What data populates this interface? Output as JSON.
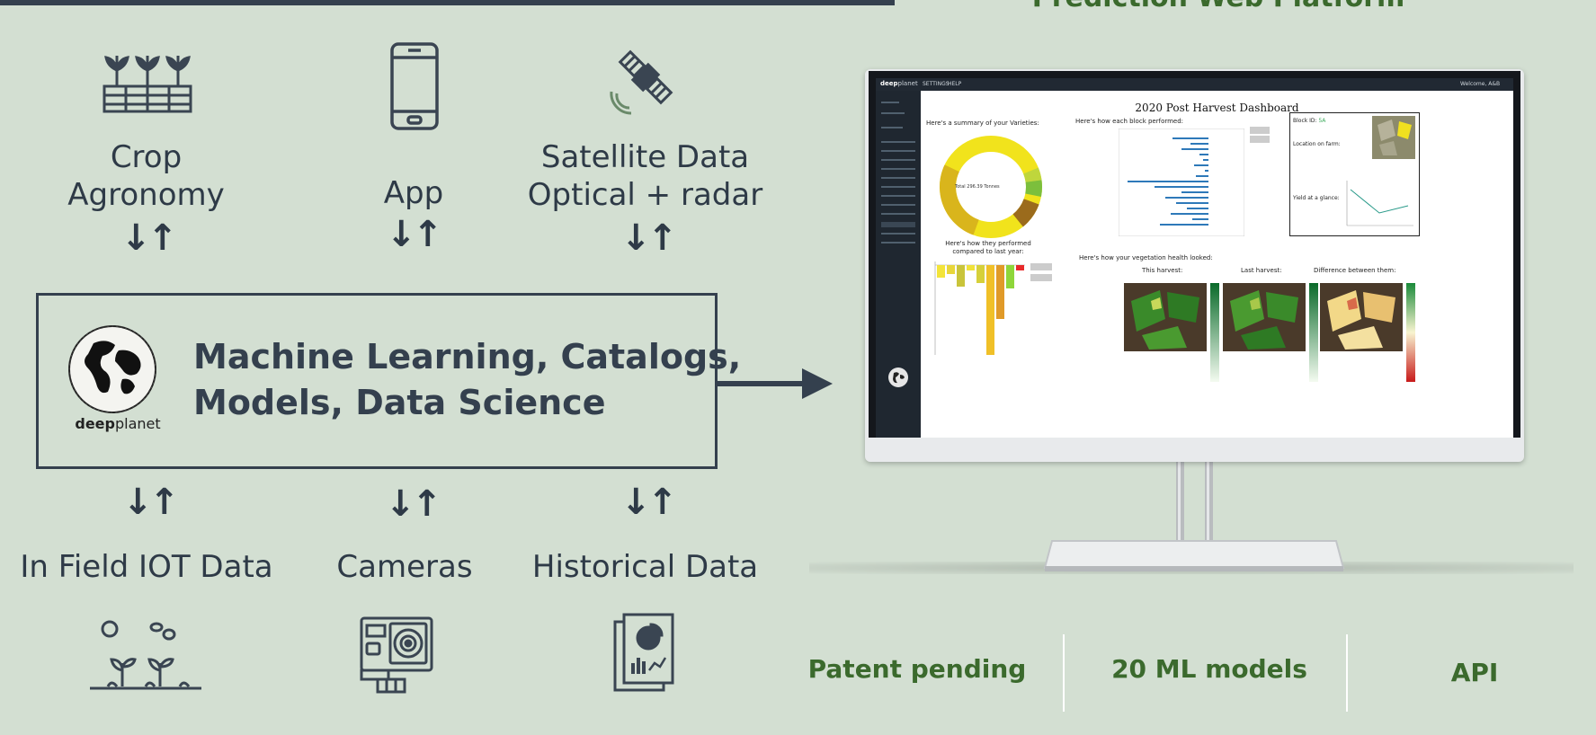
{
  "platform_title": "Prediction Web Platform",
  "top_sources": [
    {
      "label_line1": "Crop",
      "label_line2": "Agronomy",
      "icon": "crop-plants-icon"
    },
    {
      "label_line1": "App",
      "label_line2": "",
      "icon": "smartphone-icon"
    },
    {
      "label_line1": "Satellite Data",
      "label_line2": "Optical + radar",
      "icon": "satellite-icon"
    }
  ],
  "bottom_sources": [
    {
      "label": "In Field IOT Data",
      "icon": "field-sensor-icon"
    },
    {
      "label": "Cameras",
      "icon": "camera-icon"
    },
    {
      "label": "Historical Data",
      "icon": "report-documents-icon"
    }
  ],
  "arrow_glyph": "↓↑",
  "core": {
    "line1": "Machine Learning, Catalogs,",
    "line2": "Models, Data Science",
    "logo_bold": "deep",
    "logo_regular": "planet"
  },
  "dashboard": {
    "brand_bold": "deep",
    "brand_regular": "planet",
    "nav_items": [
      "SETTINGS",
      "HELP"
    ],
    "welcome": "Welcome, A&B",
    "title": "2020 Post Harvest Dashboard",
    "varieties_caption": "Here's a summary of your Varieties:",
    "donut_total": "Total 296.39 Tonnes",
    "block_caption": "Here's how each block performed:",
    "block_id_label": "Block ID:",
    "block_id_value": "5A",
    "location_label": "Location on farm:",
    "yield_label": "Yield at a glance:",
    "last_year_caption": "Here's how they performed compared to last year:",
    "vegetation_caption": "Here's how your vegetation health looked:",
    "this_harvest": "This harvest:",
    "last_harvest": "Last harvest:",
    "difference": "Difference between them:"
  },
  "features": [
    "Patent pending",
    "20 ML models",
    "API"
  ],
  "colors": {
    "dark": "#34404e",
    "green_text": "#3b6a2d",
    "background": "#d3dfd2"
  }
}
